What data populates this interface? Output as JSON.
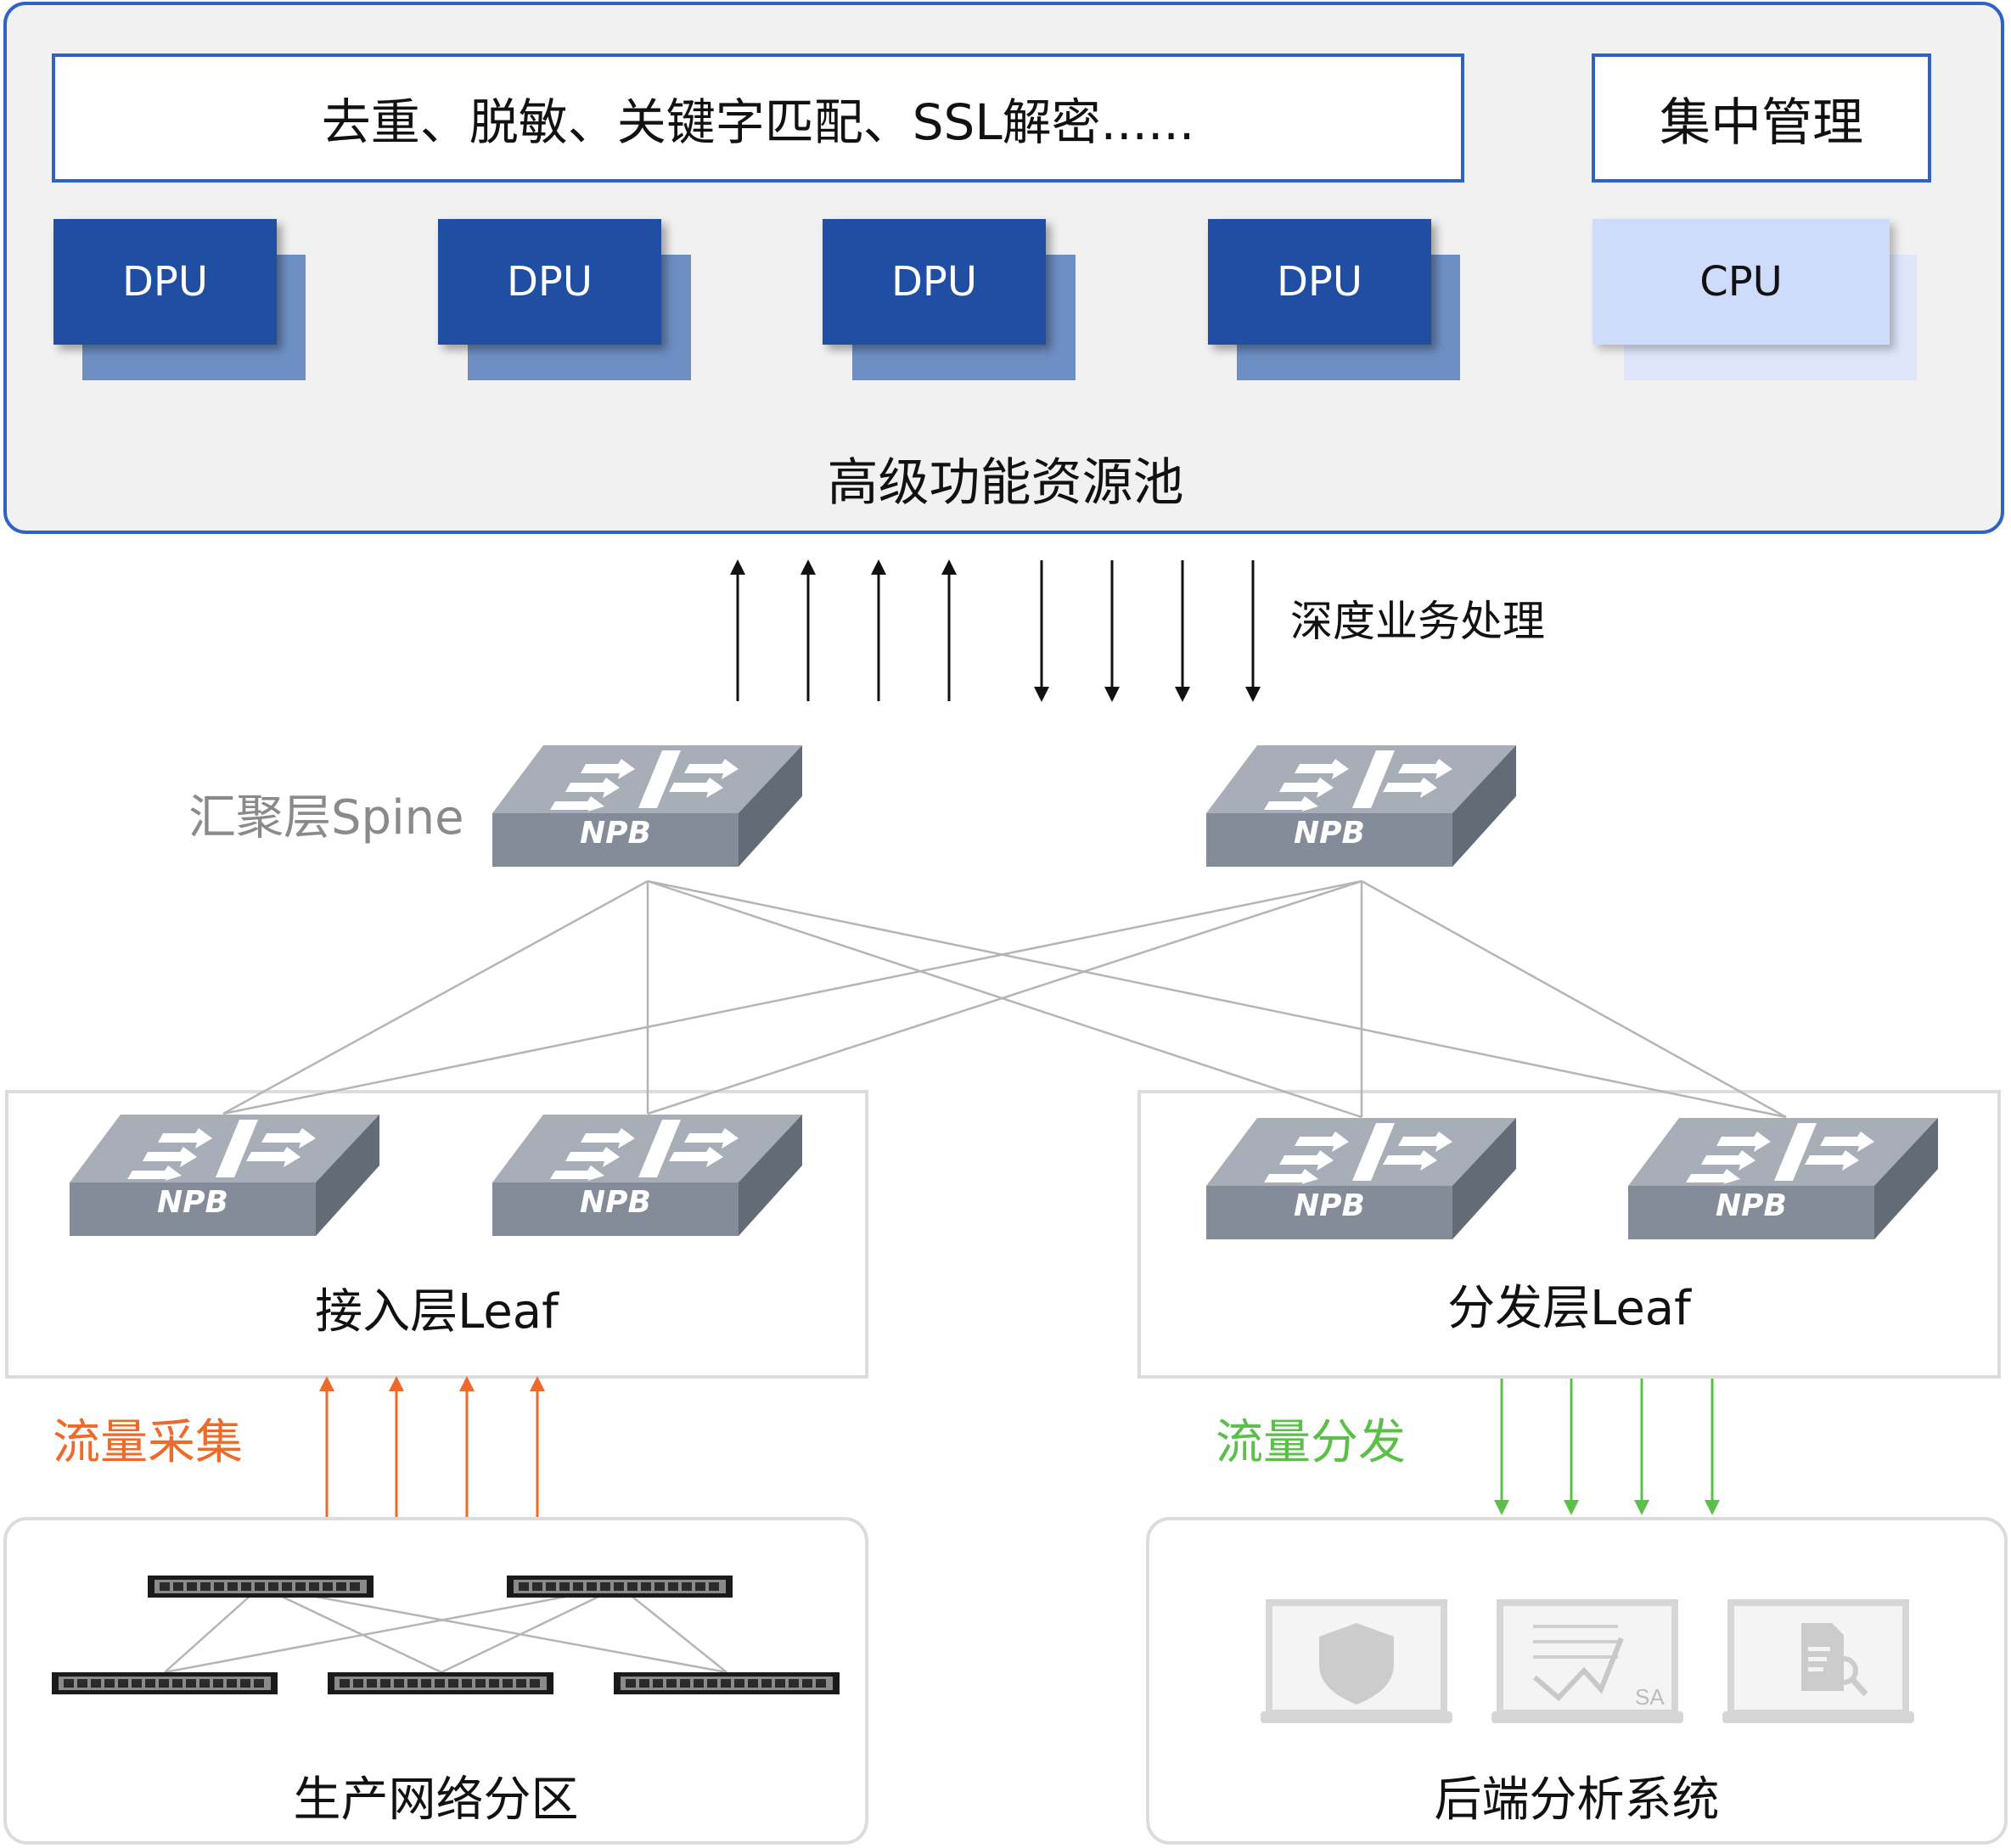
{
  "pool": {
    "functions_text": "去重、脱敏、关键字匹配、SSL解密......",
    "management_text": "集中管理",
    "dpu_labels": [
      "DPU",
      "DPU",
      "DPU",
      "DPU"
    ],
    "cpu_label": "CPU",
    "title": "高级功能资源池"
  },
  "arrows_label": "深度业务处理",
  "spine": {
    "label": "汇聚层Spine",
    "switch_labels": [
      "NPB",
      "NPB"
    ]
  },
  "access_leaf": {
    "label": "接入层Leaf",
    "switch_labels": [
      "NPB",
      "NPB"
    ]
  },
  "dist_leaf": {
    "label": "分发层Leaf",
    "switch_labels": [
      "NPB",
      "NPB"
    ]
  },
  "collect_label": "流量采集",
  "distribute_label": "流量分发",
  "production": {
    "label": "生产网络分区"
  },
  "backend": {
    "label": "后端分析系统",
    "monitor_text": "SA"
  },
  "colors": {
    "accent_blue": "#2f62c6",
    "dpu_blue": "#1f4ea3",
    "collect_orange": "#ee6a2a",
    "distribute_green": "#5cbf4a",
    "switch_gray": "#838c98"
  },
  "icons": [
    "shield-icon",
    "chart-icon",
    "document-search-icon",
    "npb-switch-icon",
    "rack-switch-icon"
  ]
}
